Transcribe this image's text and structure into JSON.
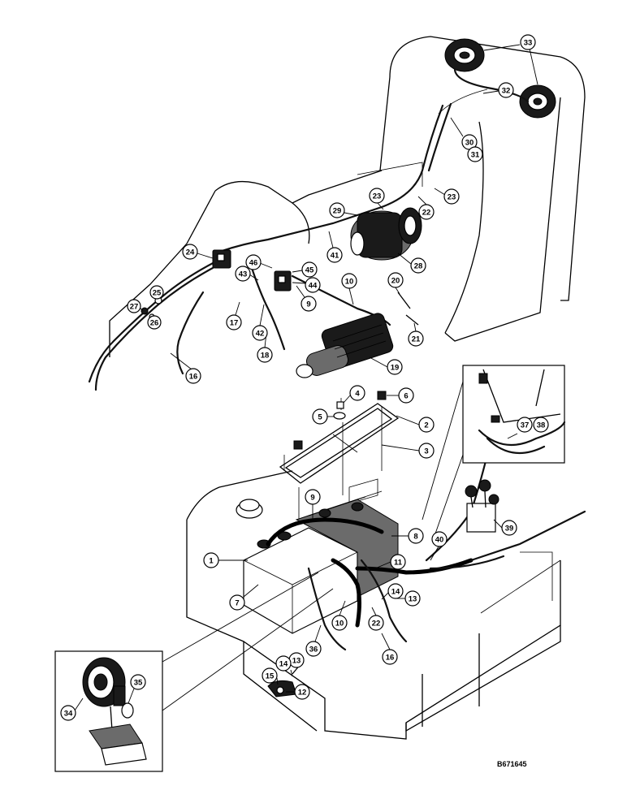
{
  "drawing": {
    "number": "B671645"
  },
  "callouts": [
    {
      "label": "1"
    },
    {
      "label": "2"
    },
    {
      "label": "3"
    },
    {
      "label": "4"
    },
    {
      "label": "5"
    },
    {
      "label": "6"
    },
    {
      "label": "7"
    },
    {
      "label": "8"
    },
    {
      "label": "9"
    },
    {
      "label": "9"
    },
    {
      "label": "10"
    },
    {
      "label": "10"
    },
    {
      "label": "11"
    },
    {
      "label": "12"
    },
    {
      "label": "13"
    },
    {
      "label": "13"
    },
    {
      "label": "14"
    },
    {
      "label": "14"
    },
    {
      "label": "15"
    },
    {
      "label": "16"
    },
    {
      "label": "16"
    },
    {
      "label": "17"
    },
    {
      "label": "18"
    },
    {
      "label": "19"
    },
    {
      "label": "20"
    },
    {
      "label": "21"
    },
    {
      "label": "22"
    },
    {
      "label": "22"
    },
    {
      "label": "23"
    },
    {
      "label": "23"
    },
    {
      "label": "24"
    },
    {
      "label": "25"
    },
    {
      "label": "26"
    },
    {
      "label": "27"
    },
    {
      "label": "28"
    },
    {
      "label": "29"
    },
    {
      "label": "30"
    },
    {
      "label": "31"
    },
    {
      "label": "32"
    },
    {
      "label": "33"
    },
    {
      "label": "34"
    },
    {
      "label": "35"
    },
    {
      "label": "36"
    },
    {
      "label": "37"
    },
    {
      "label": "38"
    },
    {
      "label": "39"
    },
    {
      "label": "40"
    },
    {
      "label": "41"
    },
    {
      "label": "42"
    },
    {
      "label": "43"
    },
    {
      "label": "44"
    },
    {
      "label": "45"
    },
    {
      "label": "46"
    }
  ]
}
